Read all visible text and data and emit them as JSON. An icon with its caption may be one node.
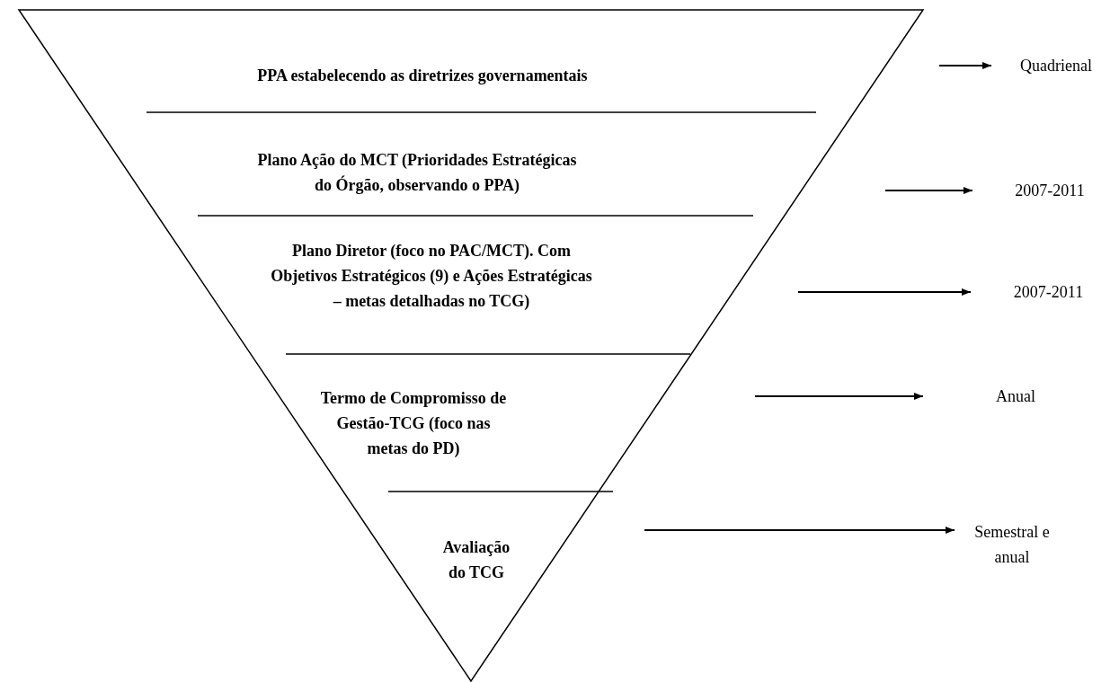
{
  "diagram": {
    "nodes": [
      {
        "text": [],
        "shape": "triangle"
      },
      {
        "text": [
          "PPA estabelecendo as diretrizes governamentais"
        ],
        "in": 0
      },
      {
        "text": [
          "Plano Ação do MCT (Prioridades Estratégicas do Órgão, observando o PPA)"
        ],
        "in": 0
      },
      {
        "text": [
          "Plano Diretor (foco no PAC/MCT). Com Objetivos Estratégicos (9) e Ações Estratégicas – metas detalhadas no TCG)"
        ],
        "in": 0
      },
      {
        "text": [
          "Termo de Compromisso de Gestão-TCG (foco nas metas do PD)"
        ],
        "in": 0
      },
      {
        "text": [
          "Avaliação do TCG"
        ],
        "in": 0
      },
      {
        "text": [
          "Quadrienal"
        ]
      },
      {
        "text": [
          "2007-2011"
        ]
      },
      {
        "text": [
          "2007-2011"
        ]
      },
      {
        "text": [
          "Anual"
        ]
      },
      {
        "text": [
          "Semestral e anual"
        ]
      }
    ],
    "edges": [
      {
        "from": null,
        "to": 6,
        "arrow": "to"
      },
      {
        "from": null,
        "to": 7,
        "arrow": "to"
      },
      {
        "from": null,
        "to": 8,
        "arrow": "to"
      },
      {
        "from": null,
        "to": 9,
        "arrow": "to"
      },
      {
        "from": null,
        "to": 10,
        "arrow": "to"
      }
    ]
  }
}
